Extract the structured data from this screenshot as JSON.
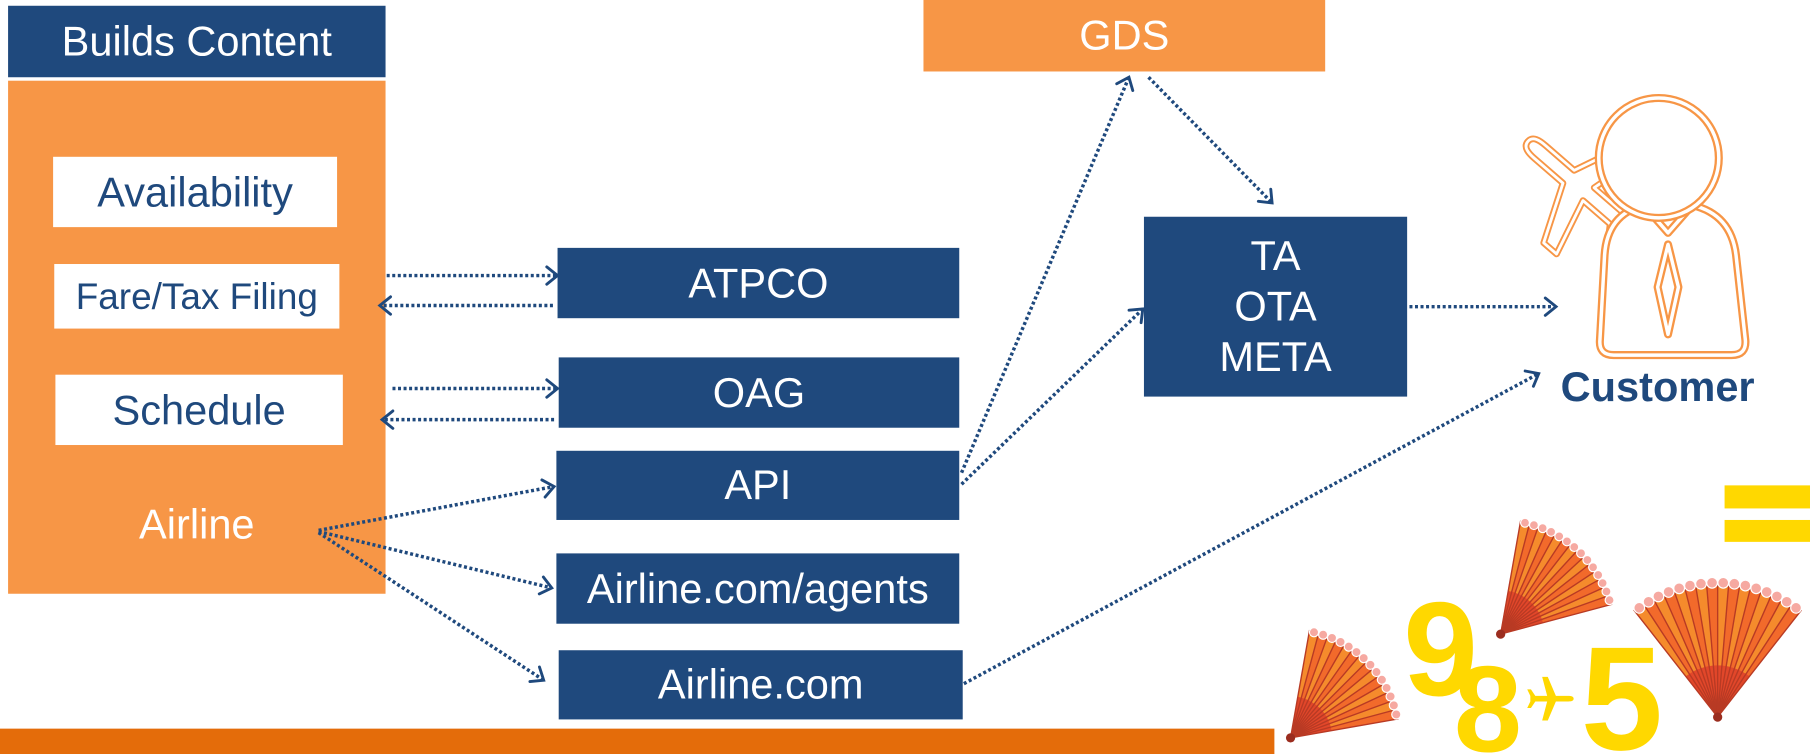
{
  "builds_content": {
    "title": "Builds Content",
    "items": [
      "Availability",
      "Fare/Tax Filing",
      "Schedule"
    ],
    "owner": "Airline"
  },
  "channels": {
    "atpco": "ATPCO",
    "oag": "OAG",
    "api": "API",
    "agents_portal": "Airline.com/agents",
    "website": "Airline.com"
  },
  "gds": "GDS",
  "agencies": [
    "TA",
    "OTA",
    "META"
  ],
  "customer": {
    "label": "Customer",
    "icon": "traveler-with-airplane-icon"
  },
  "logo": {
    "digits": [
      "9",
      "8",
      "5"
    ],
    "icons": [
      "fan-icon",
      "airplane-icon",
      "equals-bars"
    ]
  },
  "colors": {
    "dark_blue": "#1F497D",
    "orange": "#F79646",
    "bottom_bar": "#E46C0A",
    "logo_yellow": "#FFD800"
  }
}
